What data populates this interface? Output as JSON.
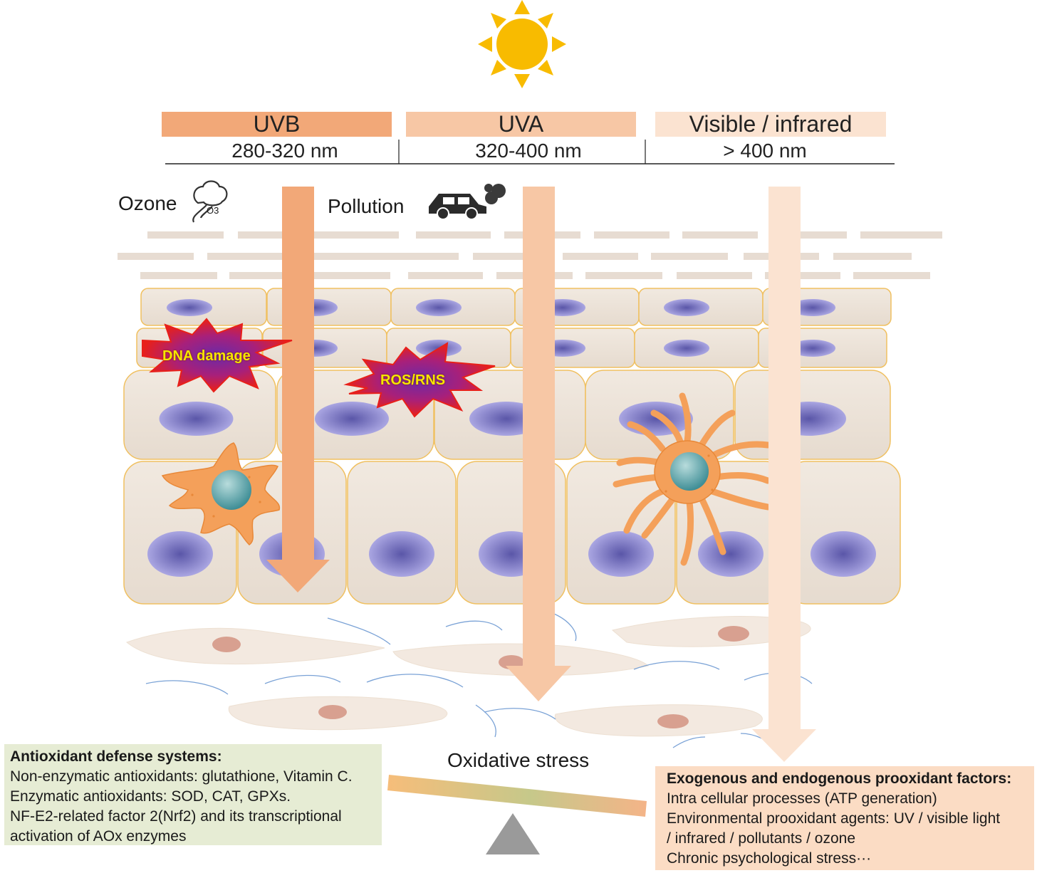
{
  "bands": [
    {
      "label": "UVB",
      "wavelength": "280-320 nm",
      "color": "#f2a878"
    },
    {
      "label": "UVA",
      "wavelength": "320-400 nm",
      "color": "#f7c7a5"
    },
    {
      "label": "Visible / infrared",
      "wavelength": "> 400 nm",
      "color": "#fbe3d1"
    }
  ],
  "labels": {
    "ozone": "Ozone",
    "ozone_sub": "O3",
    "pollution": "Pollution",
    "dna_damage": "DNA damage",
    "ros_rns": "ROS/RNS",
    "oxidative_stress": "Oxidative stress"
  },
  "antioxidant_box": {
    "title": "Antioxidant defense systems:",
    "lines": [
      "Non-enzymatic antioxidants: glutathione, Vitamin C.",
      "Enzymatic antioxidants: SOD, CAT, GPXs.",
      "NF-E2-related factor 2(Nrf2) and its transcriptional",
      "activation of AOx enzymes"
    ]
  },
  "prooxidant_box": {
    "title": "Exogenous and endogenous prooxidant factors:",
    "lines": [
      "Intra cellular processes (ATP generation)",
      "Environmental prooxidant agents: UV / visible light",
      "/ infrared / pollutants / ozone",
      "Chronic psychological stress···"
    ]
  },
  "colors": {
    "sun": "#f8bb00",
    "cell_fill": "#eee4da",
    "cell_border": "#f0c060",
    "nucleus": "#9c98d8",
    "melanocyte": "#f4a05a",
    "melanocyte_nucleus": "#5fa3a8",
    "fibroblast_nucleus": "#d8a090",
    "burst_red": "#e8201a",
    "burst_purple": "#7b2fa8",
    "antioxidant_box_bg": "#e6ecd4",
    "prooxidant_box_bg": "#fbdcc4"
  }
}
